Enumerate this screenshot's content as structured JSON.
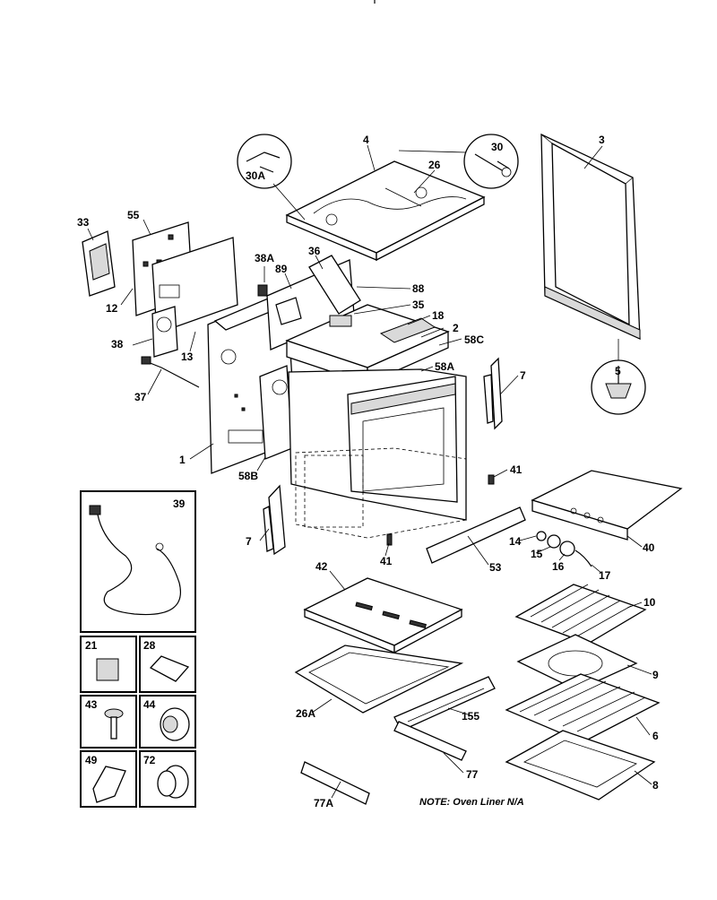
{
  "labels": {
    "p3": "3",
    "p4": "4",
    "p26": "26",
    "p30": "30",
    "p30A": "30A",
    "p33": "33",
    "p55": "55",
    "p38A": "38A",
    "p36": "36",
    "p89": "89",
    "p88": "88",
    "p35": "35",
    "p18": "18",
    "p2": "2",
    "p58C": "58C",
    "p58A": "58A",
    "p5": "5",
    "p12": "12",
    "p13": "13",
    "p38": "38",
    "p37": "37",
    "p1": "1",
    "p58B": "58B",
    "p7a": "7",
    "p7b": "7",
    "p41a": "41",
    "p41b": "41",
    "p39": "39",
    "p42": "42",
    "p53": "53",
    "p14": "14",
    "p15": "15",
    "p16": "16",
    "p17": "17",
    "p40": "40",
    "p10": "10",
    "p9": "9",
    "p6": "6",
    "p8": "8",
    "p26A": "26A",
    "p155": "155",
    "p77": "77",
    "p77A": "77A",
    "p21": "21",
    "p28": "28",
    "p43": "43",
    "p44": "44",
    "p49": "49",
    "p72": "72"
  },
  "note": "NOTE: Oven Liner N/A"
}
